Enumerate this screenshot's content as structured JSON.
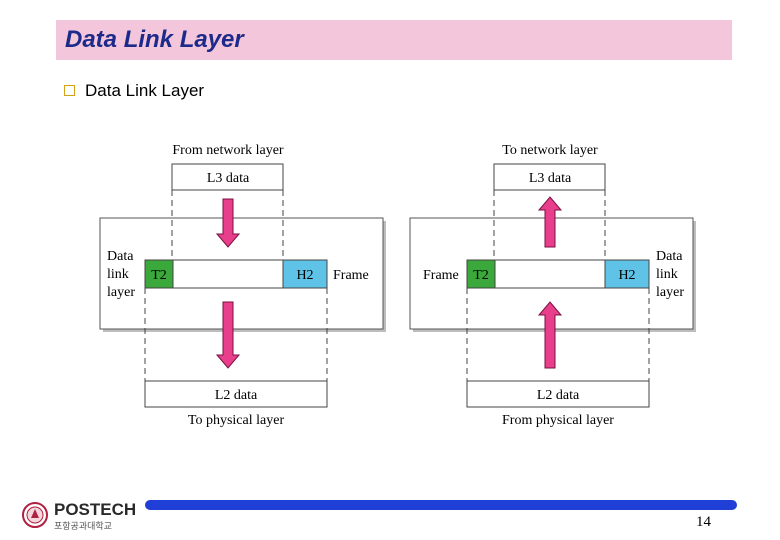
{
  "slide": {
    "title": "Data Link Layer",
    "bullet": "Data Link Layer",
    "page_number": "14"
  },
  "logo": {
    "word": "POSTECH",
    "sub": "포항공과대학교",
    "emblem": "university-seal-icon"
  },
  "diagram": {
    "left": {
      "top_label": "From network layer",
      "top_box": "L3 data",
      "side_label_lines": [
        "Data",
        "link",
        "layer"
      ],
      "trailer": "T2",
      "header": "H2",
      "frame_label": "Frame",
      "bottom_box": "L2 data",
      "bottom_label": "To physical layer",
      "arrow_direction": "down"
    },
    "right": {
      "top_label": "To network layer",
      "top_box": "L3 data",
      "side_label_lines": [
        "Data",
        "link",
        "layer"
      ],
      "trailer": "T2",
      "header": "H2",
      "frame_label": "Frame",
      "bottom_box": "L2 data",
      "bottom_label": "From physical layer",
      "arrow_direction": "up"
    }
  },
  "colors": {
    "title_bg": "#f3c6dc",
    "title_text": "#1c2a8a",
    "trailer": "#3aa83a",
    "header": "#5fc3e8",
    "arrow": "#e83e8c",
    "footer_bar": "#1f3fd6"
  }
}
